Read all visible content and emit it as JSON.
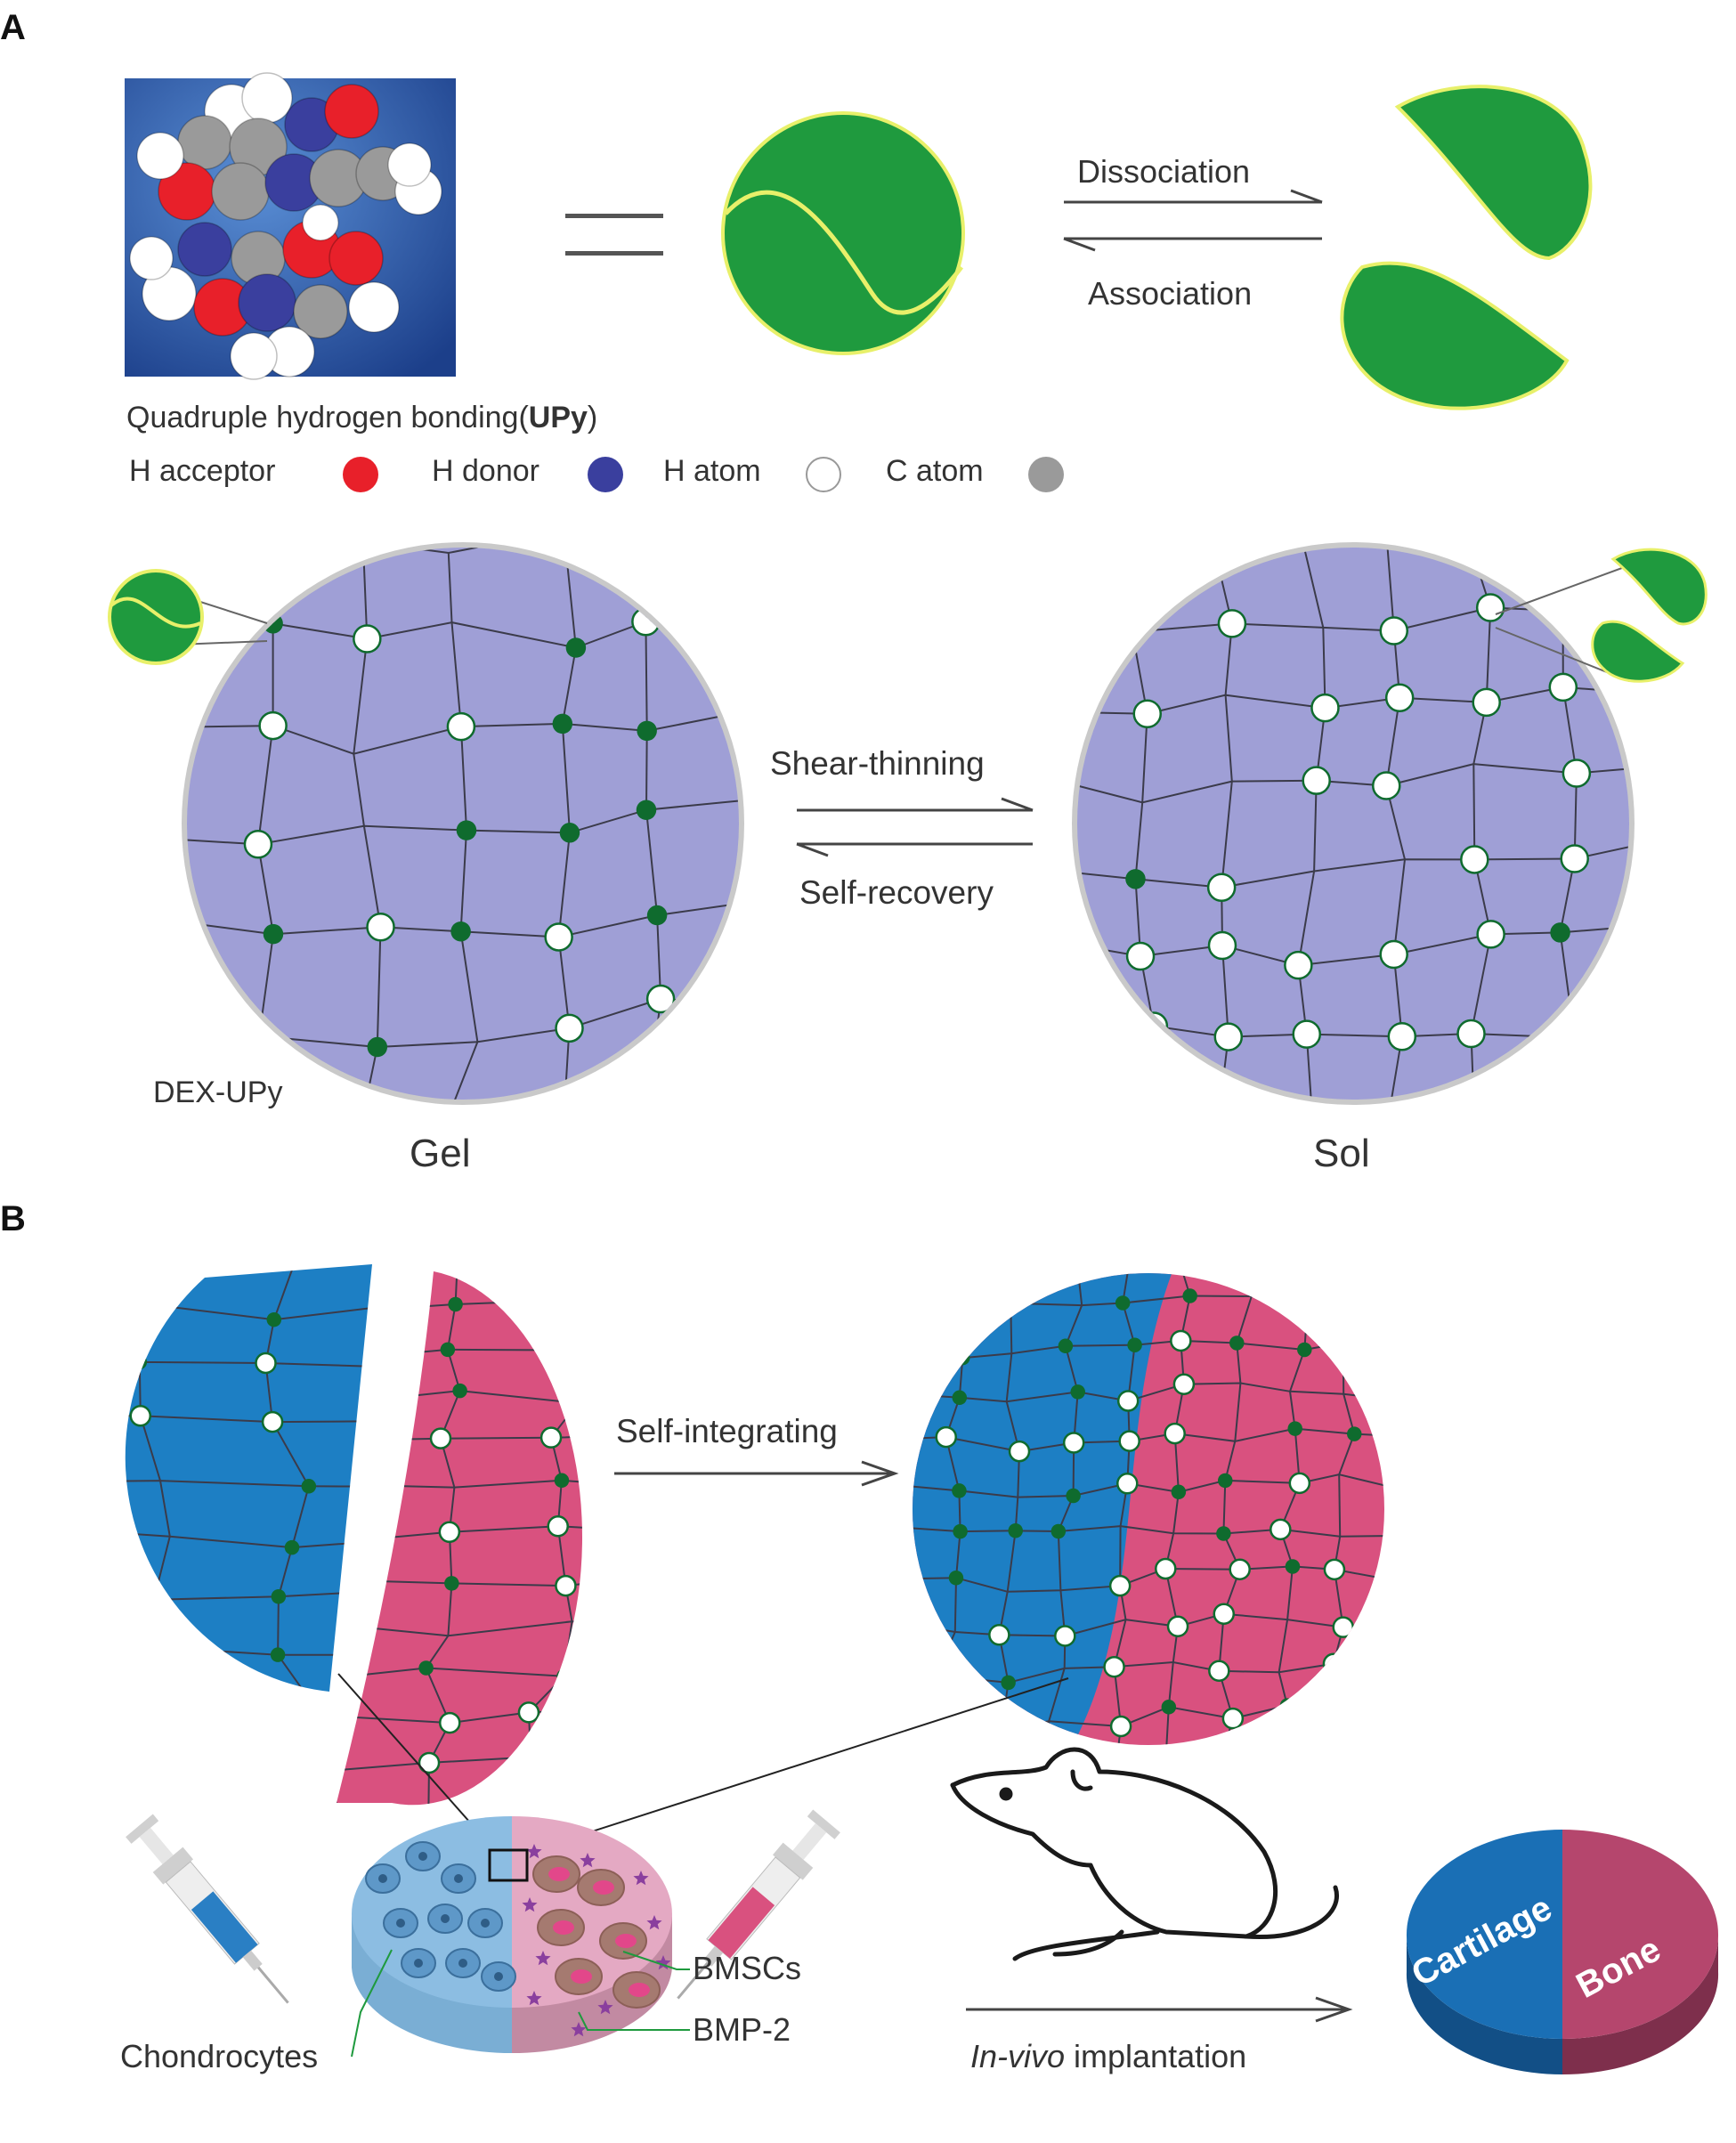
{
  "panels": {
    "a": "A",
    "b": "B"
  },
  "upy": {
    "caption_prefix": "Quadruple hydrogen bonding(",
    "caption_bold": "UPy",
    "caption_suffix": ")",
    "equals": "="
  },
  "legend": {
    "items": [
      {
        "label": "H acceptor",
        "color": "#e8202a"
      },
      {
        "label": "H donor",
        "color": "#3a3f9e"
      },
      {
        "label": "H atom",
        "color": "#ffffff"
      },
      {
        "label": "C atom",
        "color": "#9a9a9a"
      }
    ]
  },
  "equilibrium_top": {
    "forward": "Dissociation",
    "backward": "Association"
  },
  "gel_sol": {
    "forward": "Shear-thinning",
    "backward": "Self-recovery",
    "polymer_label": "DEX-UPy",
    "gel_label": "Gel",
    "sol_label": "Sol"
  },
  "integration": {
    "arrow_label": "Self-integrating"
  },
  "implant": {
    "cell_left": "Chondrocytes",
    "cell_right": "BMSCs",
    "factor": "BMP-2",
    "arrow_italic": "In-vivo",
    "arrow_rest": " implantation",
    "tissue_left": "Cartilage",
    "tissue_right": "Bone"
  },
  "colors": {
    "upy_green": "#1f9a3e",
    "upy_outline": "#e8f06a",
    "network_fill": "#9f9fd6",
    "node_green": "#0f6b2e",
    "blue_gel": "#1d7fc4",
    "pink_gel": "#d9517f",
    "cartilage": "#1a6fb5",
    "bone": "#b5466d"
  }
}
